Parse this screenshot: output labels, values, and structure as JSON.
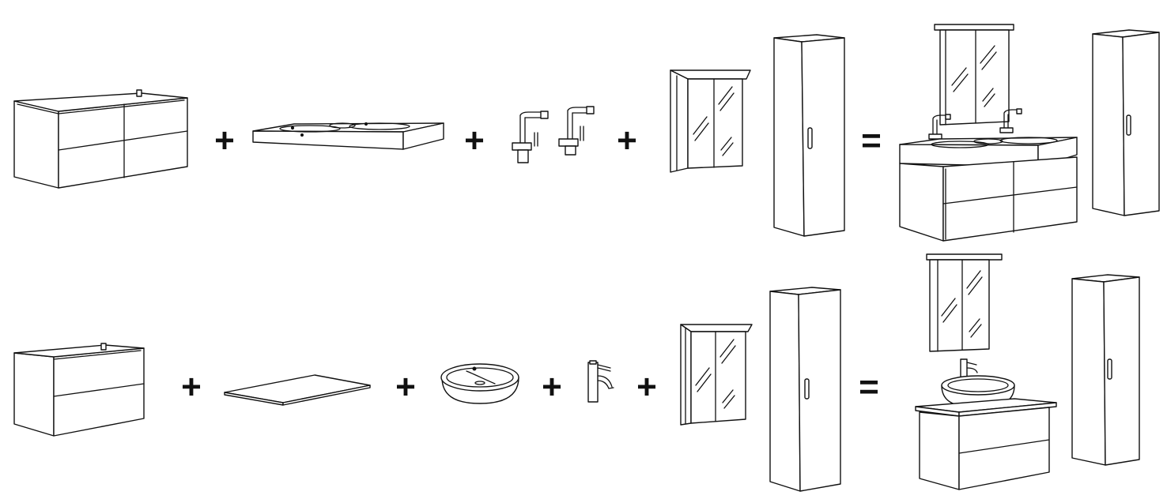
{
  "operators": {
    "plus": "+",
    "equals": "="
  },
  "colors": {
    "line": "#111111",
    "background": "#ffffff"
  },
  "rows": [
    {
      "components": [
        "vanity-cabinet-4-drawer",
        "double-basin-countertop",
        "two-mixer-taps",
        "mirror-cabinet",
        "tall-column-cabinet"
      ],
      "result": "assembled-double-vanity-set"
    },
    {
      "components": [
        "vanity-cabinet-2-drawer",
        "flat-countertop",
        "vessel-basin",
        "basin-tap",
        "mirror-cabinet",
        "tall-column-cabinet"
      ],
      "result": "assembled-single-vanity-set"
    }
  ]
}
